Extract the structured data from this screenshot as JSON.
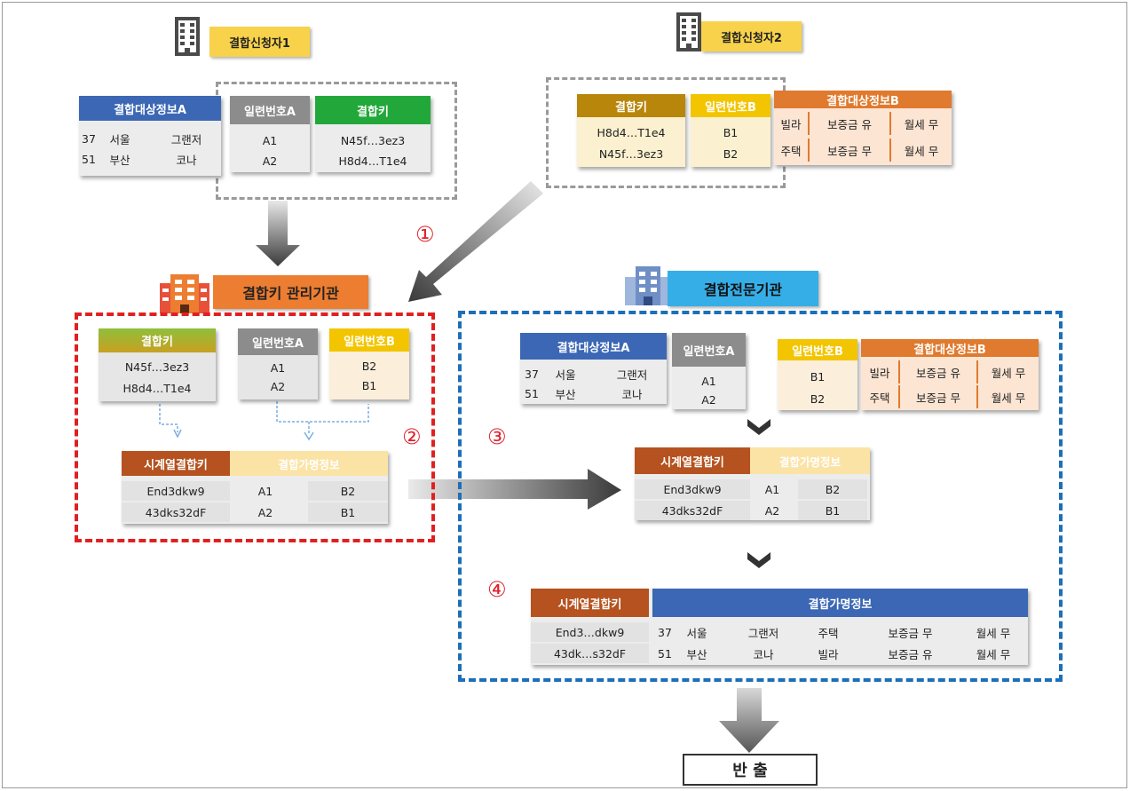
{
  "applicant1": "결합신청자1",
  "applicant2": "결합신청자2",
  "key_mgmt": "결합키 관리기관",
  "combine_org": "결합전문기관",
  "export": "반 출",
  "steps": [
    "①",
    "②",
    "③",
    "④"
  ],
  "tableA": {
    "header": "결합대상정보A",
    "rows": [
      [
        "37",
        "서울",
        "그랜저"
      ],
      [
        "51",
        "부산",
        "코나"
      ]
    ]
  },
  "serialA_table": {
    "header": "일련번호A",
    "values": [
      "A1",
      "A2"
    ]
  },
  "keyA_table": {
    "header": "결합키",
    "values": [
      "N45f…3ez3",
      "H8d4…T1e4"
    ]
  },
  "keyB_table": {
    "header": "결합키",
    "values": [
      "H8d4…T1e4",
      "N45f…3ez3"
    ]
  },
  "serialB_table": {
    "header": "일련번호B",
    "values": [
      "B1",
      "B2"
    ]
  },
  "tableB": {
    "header": "결합대상정보B",
    "rows": [
      [
        "빌라",
        "보증금 유",
        "월세 무"
      ],
      [
        "주택",
        "보증금 무",
        "월세 무"
      ]
    ]
  },
  "mgmt": {
    "key_header": "결합키",
    "keys": [
      "N45f…3ez3",
      "H8d4…T1e4"
    ],
    "serialA_header": "일련번호A",
    "serialA": [
      "A1",
      "A2"
    ],
    "serialB_header": "일련번호B",
    "serialB": [
      "B2",
      "B1"
    ],
    "ts_header": "시계열결합키",
    "link_header": "결합가명정보",
    "rows": [
      [
        "End3dkw9",
        "A1",
        "B2"
      ],
      [
        "43dks32dF",
        "A2",
        "B1"
      ]
    ]
  },
  "expert": {
    "tableA_header": "결합대상정보A",
    "tableA_rows": [
      [
        "37",
        "서울",
        "그랜저"
      ],
      [
        "51",
        "부산",
        "코나"
      ]
    ],
    "serialA_header": "일련번호A",
    "serialA": [
      "A1",
      "A2"
    ],
    "serialB_header": "일련번호B",
    "serialB": [
      "B1",
      "B2"
    ],
    "tableB_header": "결합대상정보B",
    "tableB_rows": [
      [
        "빌라",
        "보증금 유",
        "월세 무"
      ],
      [
        "주택",
        "보증금 무",
        "월세 무"
      ]
    ],
    "ts_header": "시계열결합키",
    "link_header": "결합가명정보",
    "link_rows": [
      [
        "End3dkw9",
        "A1",
        "B2"
      ],
      [
        "43dks32dF",
        "A2",
        "B1"
      ]
    ],
    "final_ts_header": "시계열결합키",
    "final_info_header": "결합가명정보",
    "final_rows": [
      [
        "End3…dkw9",
        "37",
        "서울",
        "그랜저",
        "주택",
        "보증금 무",
        "월세 무"
      ],
      [
        "43dk…s32dF",
        "51",
        "부산",
        "코나",
        "빌라",
        "보증금 유",
        "월세 무"
      ]
    ]
  },
  "colors": {
    "blue_header": "#3b67b5",
    "gray_header": "#8c8c8c",
    "green_header": "#22a83a",
    "gold_header": "#b8860b",
    "orange_header": "#e07a2e",
    "brown_header": "#b5521f",
    "yellow_header": "#f2c500",
    "applicant_box": "#f8d24a",
    "mgmt_box": "#ed7d31",
    "expert_box": "#35aee8",
    "red_dash": "#e02020",
    "blue_dash": "#1c6fb8",
    "gray_dash": "#9a9a9a"
  }
}
